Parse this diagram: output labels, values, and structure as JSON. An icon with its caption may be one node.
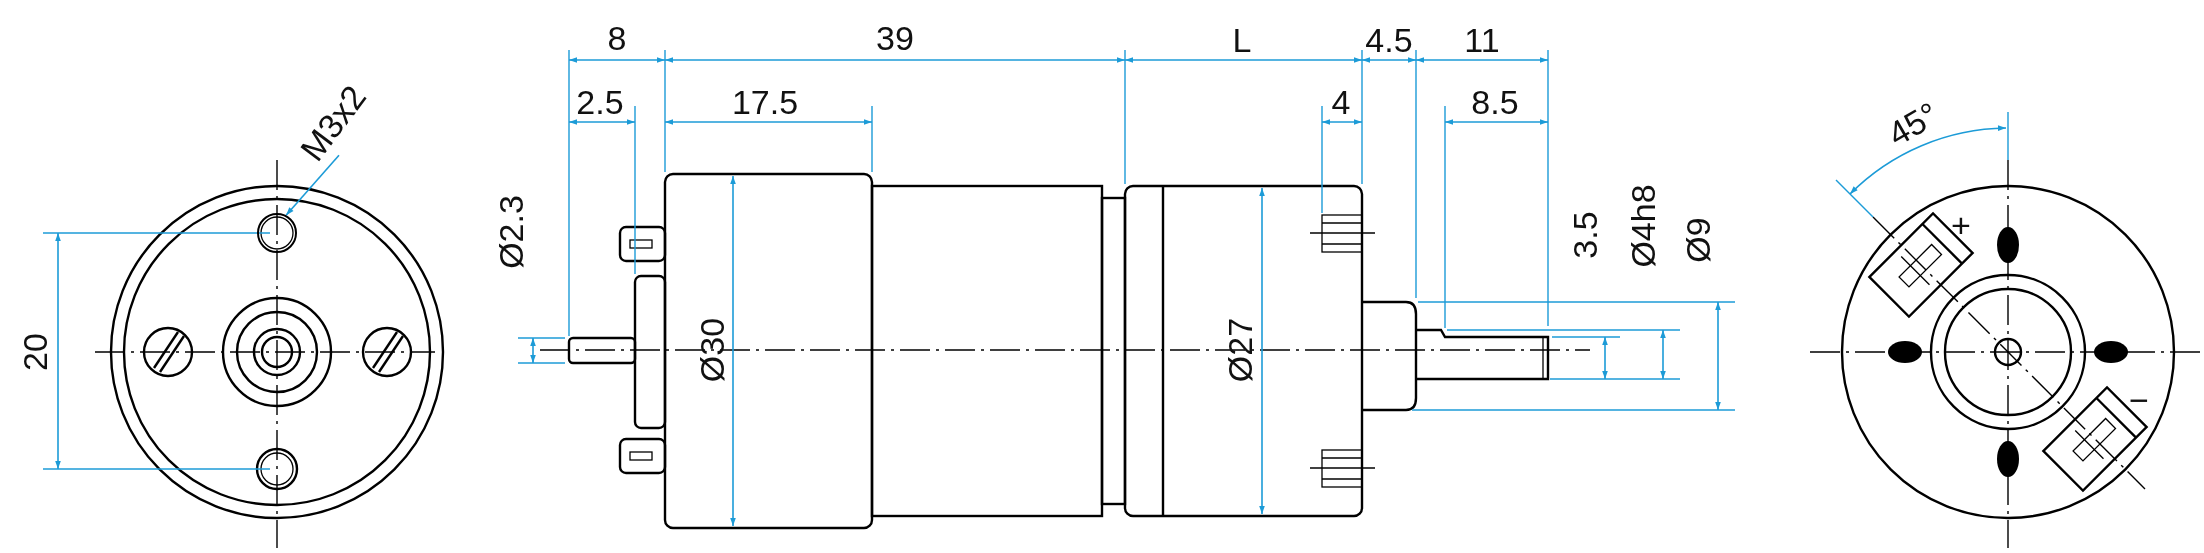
{
  "diagram": {
    "nodes": [
      {
        "text": [
          "M3x2"
        ]
      },
      {
        "text": [],
        "shape": "circle"
      }
    ],
    "edges": [
      {
        "from": 0,
        "to": 1,
        "arrow": "to"
      }
    ],
    "labels": [
      "20",
      "8",
      "39",
      "L",
      "4.5",
      "11",
      "2.5",
      "17.5",
      "4",
      "8.5",
      "Ø2.3",
      "Ø30",
      "Ø27",
      "3.5",
      "Ø4h8",
      "Ø9",
      "45°",
      "+",
      "−"
    ]
  }
}
